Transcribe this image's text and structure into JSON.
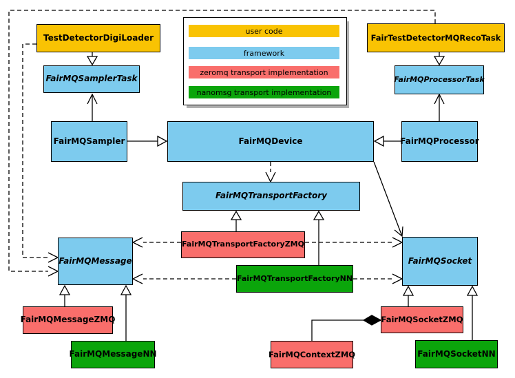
{
  "colors": {
    "user_code": "#F9C303",
    "framework": "#7DCBEE",
    "zeromq": "#F96E6B",
    "nanomsg": "#0BA50B",
    "line": "#000000",
    "legend_shadow": "#b0b0b0",
    "background": "#ffffff"
  },
  "legend": {
    "items": [
      {
        "label": "user code",
        "category": "user_code"
      },
      {
        "label": "framework",
        "category": "framework"
      },
      {
        "label": "zeromq transport implementation",
        "category": "zeromq"
      },
      {
        "label": "nanomsg transport implementation",
        "category": "nanomsg"
      }
    ]
  },
  "nodes": {
    "digiloader": {
      "label": "TestDetectorDigiLoader",
      "category": "user_code",
      "abstract": false
    },
    "recotask": {
      "label": "FairTestDetectorMQRecoTask",
      "category": "user_code",
      "abstract": false
    },
    "samplertask": {
      "label": "FairMQSamplerTask",
      "category": "framework",
      "abstract": true
    },
    "processortask": {
      "label": "FairMQProcessorTask",
      "category": "framework",
      "abstract": true
    },
    "sampler": {
      "label": "FairMQSampler",
      "category": "framework",
      "abstract": false
    },
    "device": {
      "label": "FairMQDevice",
      "category": "framework",
      "abstract": false
    },
    "processor": {
      "label": "FairMQProcessor",
      "category": "framework",
      "abstract": false
    },
    "transportfactory": {
      "label": "FairMQTransportFactory",
      "category": "framework",
      "abstract": true
    },
    "tfzmq": {
      "label": "FairMQTransportFactoryZMQ",
      "category": "zeromq",
      "abstract": false
    },
    "tfnn": {
      "label": "FairMQTransportFactoryNN",
      "category": "nanomsg",
      "abstract": false
    },
    "message": {
      "label": "FairMQMessage",
      "category": "framework",
      "abstract": true
    },
    "socket": {
      "label": "FairMQSocket",
      "category": "framework",
      "abstract": true
    },
    "messagezmq": {
      "label": "FairMQMessageZMQ",
      "category": "zeromq",
      "abstract": false
    },
    "messagenn": {
      "label": "FairMQMessageNN",
      "category": "nanomsg",
      "abstract": false
    },
    "contextzmq": {
      "label": "FairMQContextZMQ",
      "category": "zeromq",
      "abstract": false
    },
    "socketzmq": {
      "label": "FairMQSocketZMQ",
      "category": "zeromq",
      "abstract": false
    },
    "socketnn": {
      "label": "FairMQSocketNN",
      "category": "nanomsg",
      "abstract": false
    }
  },
  "edges": [
    {
      "from": "digiloader",
      "to": "samplertask",
      "type": "inheritance"
    },
    {
      "from": "recotask",
      "to": "processortask",
      "type": "inheritance"
    },
    {
      "from": "sampler",
      "to": "device",
      "type": "inheritance"
    },
    {
      "from": "processor",
      "to": "device",
      "type": "inheritance"
    },
    {
      "from": "tfzmq",
      "to": "transportfactory",
      "type": "inheritance"
    },
    {
      "from": "tfnn",
      "to": "transportfactory",
      "type": "inheritance"
    },
    {
      "from": "messagezmq",
      "to": "message",
      "type": "inheritance"
    },
    {
      "from": "messagenn",
      "to": "message",
      "type": "inheritance"
    },
    {
      "from": "socketzmq",
      "to": "socket",
      "type": "inheritance"
    },
    {
      "from": "socketnn",
      "to": "socket",
      "type": "inheritance"
    },
    {
      "from": "sampler",
      "to": "samplertask",
      "type": "association"
    },
    {
      "from": "processor",
      "to": "processortask",
      "type": "association"
    },
    {
      "from": "device",
      "to": "socket",
      "type": "association"
    },
    {
      "from": "device",
      "to": "transportfactory",
      "type": "dependency"
    },
    {
      "from": "recotask",
      "to": "message",
      "type": "dependency"
    },
    {
      "from": "digiloader",
      "to": "message",
      "type": "dependency"
    },
    {
      "from": "tfzmq",
      "to": "message",
      "type": "dependency"
    },
    {
      "from": "tfzmq",
      "to": "socket",
      "type": "dependency"
    },
    {
      "from": "tfnn",
      "to": "message",
      "type": "dependency"
    },
    {
      "from": "tfnn",
      "to": "socket",
      "type": "dependency"
    },
    {
      "from": "contextzmq",
      "to": "socketzmq",
      "type": "composition"
    }
  ]
}
